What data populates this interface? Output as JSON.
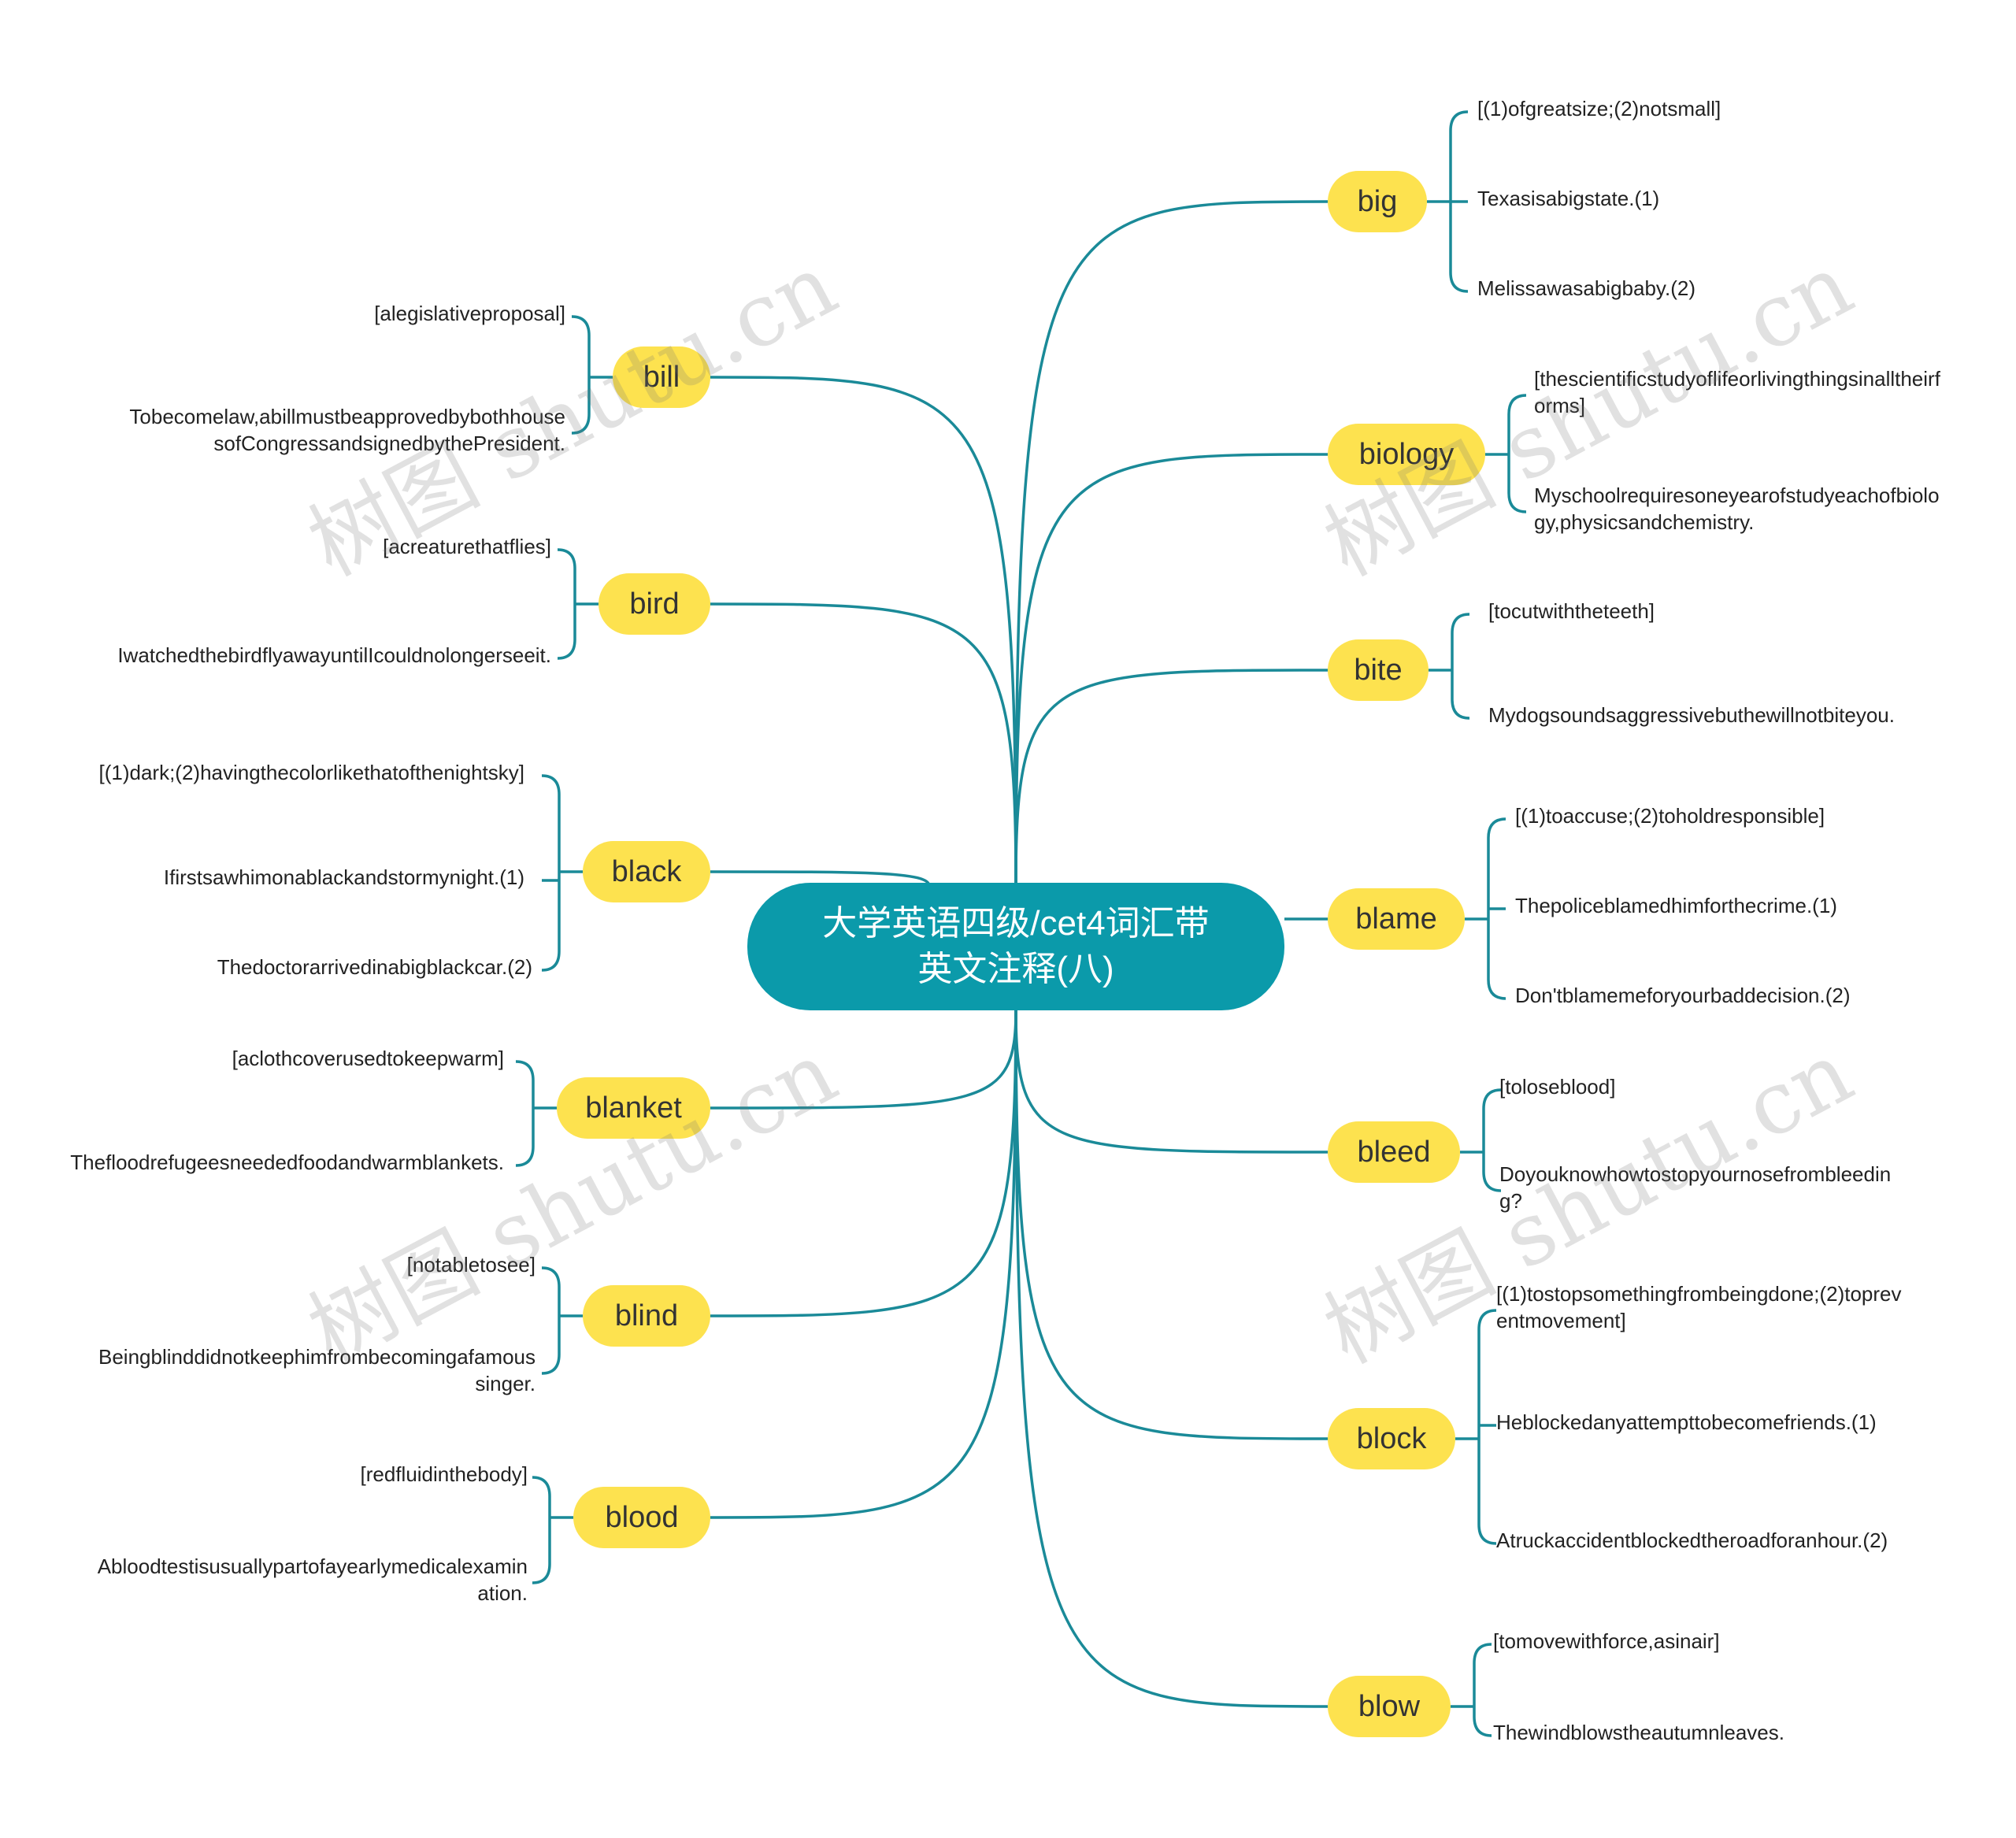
{
  "center": {
    "title": "大学英语四级/cet4词汇带英文注释(八)"
  },
  "colors": {
    "line": "#1a8a98",
    "center_bg": "#0b9aaa",
    "word_bg": "#fde24f",
    "text": "#222222"
  },
  "left_words": [
    {
      "word": "bill",
      "leaves": [
        "[alegislativeproposal]",
        "Tobecomelaw,abillmustbeapprovedbybothhousesofCongressandsignedbythePresident."
      ]
    },
    {
      "word": "bird",
      "leaves": [
        "[acreaturethatflies]",
        "IwatchedthebirdflyawayuntilIcouldnolongerseeit."
      ]
    },
    {
      "word": "black",
      "leaves": [
        "[(1)dark;(2)havingthecolorlikethatofthenightsky]",
        "Ifirstsawhimonablackandstormynight.(1)",
        "Thedoctorarrivedinabigblackcar.(2)"
      ]
    },
    {
      "word": "blanket",
      "leaves": [
        "[aclothcoverusedtokeepwarm]",
        "Thefloodrefugeesneededfoodandwarmblankets."
      ]
    },
    {
      "word": "blind",
      "leaves": [
        "[notabletosee]",
        "Beingblinddidnotkeephimfrombecomingafamoussinger."
      ]
    },
    {
      "word": "blood",
      "leaves": [
        "[redfluidinthebody]",
        "Abloodtestisusuallypartofayearlymedicalexamination."
      ]
    }
  ],
  "right_words": [
    {
      "word": "big",
      "leaves": [
        "[(1)ofgreatsize;(2)notsmall]",
        "Texasisabigstate.(1)",
        "Melissawasabigbaby.(2)"
      ]
    },
    {
      "word": "biology",
      "leaves": [
        "[thescientificstudyoflifeorlivingthingsinalltheirforms]",
        "Myschoolrequiresoneyearofstudyeachofbiology,physicsandchemistry."
      ]
    },
    {
      "word": "bite",
      "leaves": [
        "[tocutwiththeteeth]",
        "Mydogsoundsaggressivebuthewillnotbiteyou."
      ]
    },
    {
      "word": "blame",
      "leaves": [
        "[(1)toaccuse;(2)toholdresponsible]",
        "Thepoliceblamedhimforthecrime.(1)",
        "Don'tblamemeforyourbaddecision.(2)"
      ]
    },
    {
      "word": "bleed",
      "leaves": [
        "[toloseblood]",
        "Doyouknowhowtostopyournosefrombleeding?"
      ]
    },
    {
      "word": "block",
      "leaves": [
        "[(1)tostopsomethingfrombeingdone;(2)topreventmovement]",
        "Heblockedanyattempttobecomefriends.(1)",
        "Atruckaccidentblockedtheroadforanhour.(2)"
      ]
    },
    {
      "word": "blow",
      "leaves": [
        "[tomovewithforce,asinair]",
        "Thewindblowstheautumnleaves."
      ]
    }
  ],
  "watermark": "树图 shutu.cn"
}
